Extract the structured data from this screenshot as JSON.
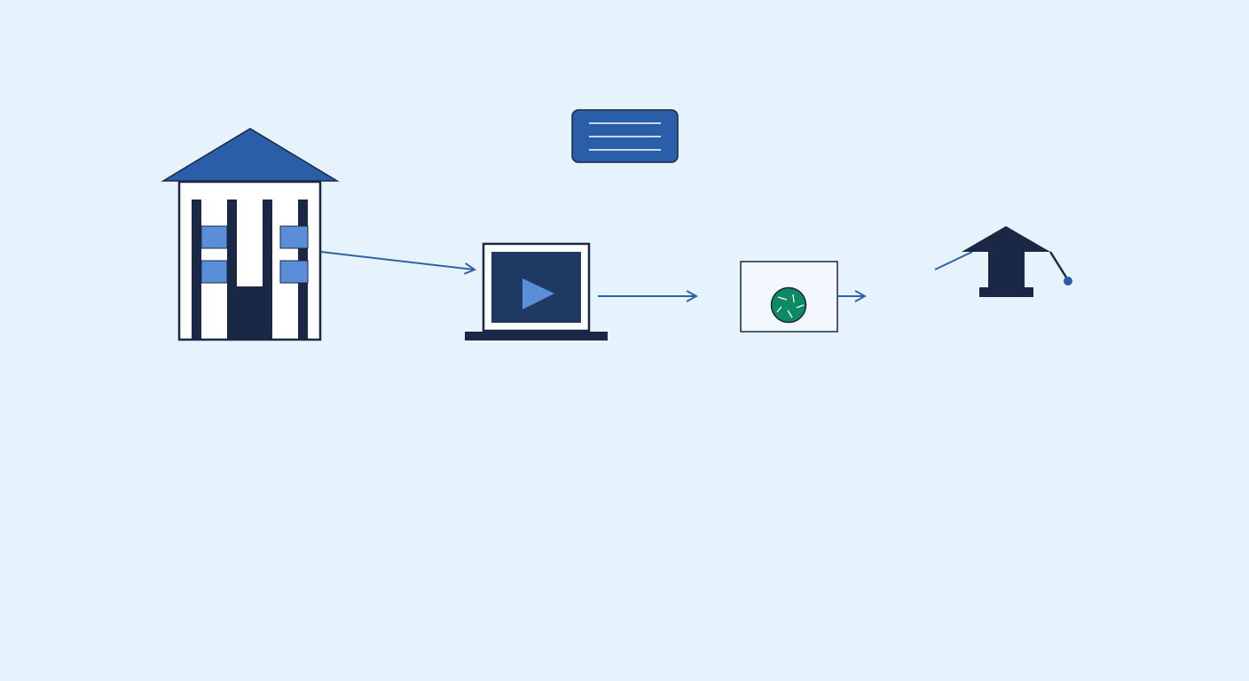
{
  "colors": {
    "background": "#e6f3fd",
    "navy": "#1a2845",
    "screen": "#1e3a62",
    "blue": "#2a5ea8",
    "light_blue": "#5b8ed8",
    "white": "#ffffff",
    "panel": "#f2f8fd",
    "green": "#0e8a63",
    "arrow": "#2e63a8"
  },
  "nodes": [
    {
      "id": "school-building",
      "icon": "school-building-icon"
    },
    {
      "id": "laptop-video",
      "icon": "laptop-play-icon"
    },
    {
      "id": "aperture-panel",
      "icon": "camera-aperture-icon"
    },
    {
      "id": "graduation-cap",
      "icon": "graduation-cap-icon"
    },
    {
      "id": "menu-card",
      "icon": "menu-lines-icon"
    }
  ],
  "edges": [
    {
      "from": "school-building",
      "to": "laptop-video"
    },
    {
      "from": "laptop-video",
      "to": "aperture-panel"
    },
    {
      "from": "aperture-panel",
      "to": "graduation-cap"
    }
  ]
}
